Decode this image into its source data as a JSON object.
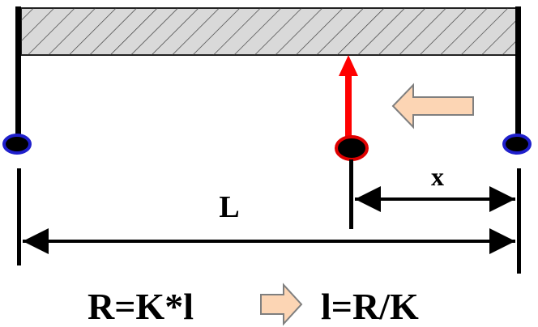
{
  "labels": {
    "length": "L",
    "distance": "x"
  },
  "formulas": {
    "left": "R=K*l",
    "right": "l=R/K"
  },
  "colors": {
    "rail_fill": "#d9d9d9",
    "force_arrow": "#ff0000",
    "direction_arrow_fill": "#fcd5b4",
    "end_contact": "#1f1fcc",
    "slider_outline": "#e00000"
  },
  "icons": {
    "direction_arrow": "left-arrow-icon",
    "formula_arrow": "right-arrow-icon"
  }
}
